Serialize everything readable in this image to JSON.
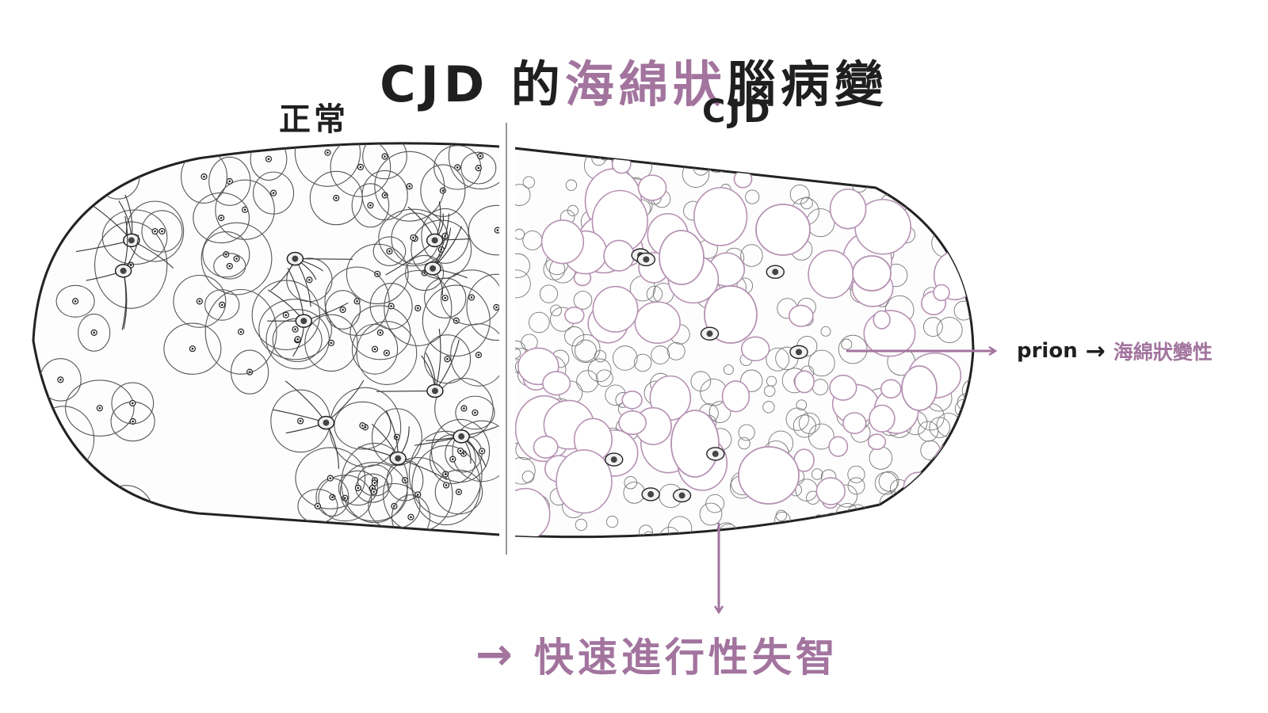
{
  "title": {
    "prefix": "CJD 的",
    "highlight": "海綿狀",
    "suffix": "腦病變"
  },
  "panels": {
    "normal_label": "正常",
    "cjd_label": "CJD"
  },
  "annotation": {
    "prion": "prion",
    "arrow": "→",
    "result": "海綿狀變性"
  },
  "outcome": {
    "arrow": "→",
    "text": "快速進行性失智"
  },
  "colors": {
    "accent": "#a2749e",
    "ink": "#1f1f1f",
    "vacuole": "#b592b3"
  },
  "icons": [
    "arrow-right-icon",
    "arrow-down-icon"
  ]
}
